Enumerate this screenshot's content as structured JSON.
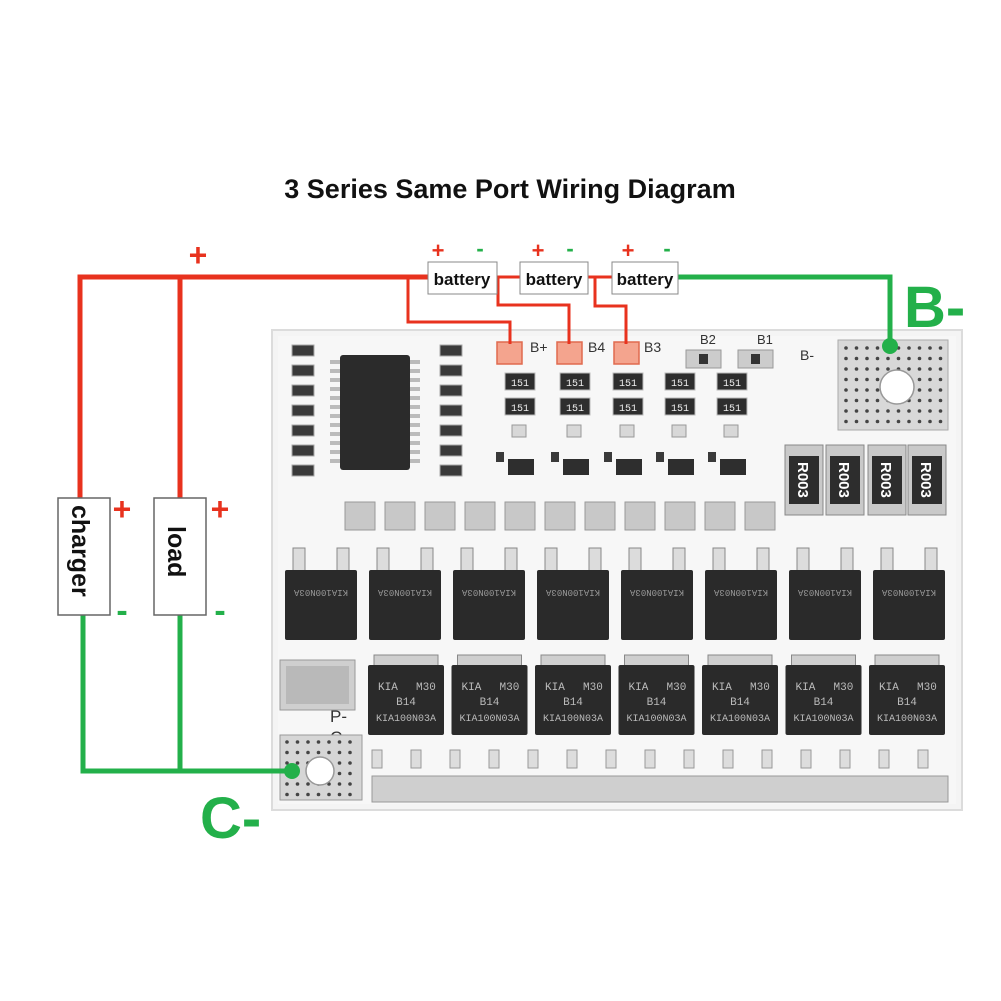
{
  "title": "3 Series Same Port Wiring Diagram",
  "colors": {
    "positive_wire": "#e8321e",
    "negative_wire": "#23b04a",
    "board": "#f4f4f4",
    "mosfet": "#2a2a2a"
  },
  "batteries": [
    {
      "label": "battery",
      "plus": "+",
      "minus": "-"
    },
    {
      "label": "battery",
      "plus": "+",
      "minus": "-"
    },
    {
      "label": "battery",
      "plus": "+",
      "minus": "-"
    }
  ],
  "top_plus": "+",
  "charger": {
    "label": "charger",
    "plus": "+",
    "minus": "-"
  },
  "load": {
    "label": "load",
    "plus": "+",
    "minus": "-"
  },
  "terminals": {
    "b_minus": "B-",
    "c_minus": "C-"
  },
  "board": {
    "pads": [
      "B+",
      "B4",
      "B3",
      "B2",
      "B1",
      "B-"
    ],
    "side": [
      "P-",
      "C-"
    ],
    "resistor_code": "151",
    "shunt_code": "R003",
    "mosfet_lines": [
      "KIA",
      "M30",
      "B14",
      "KIA100N03A"
    ],
    "mosfet_top_line": "KIA100N03A"
  }
}
